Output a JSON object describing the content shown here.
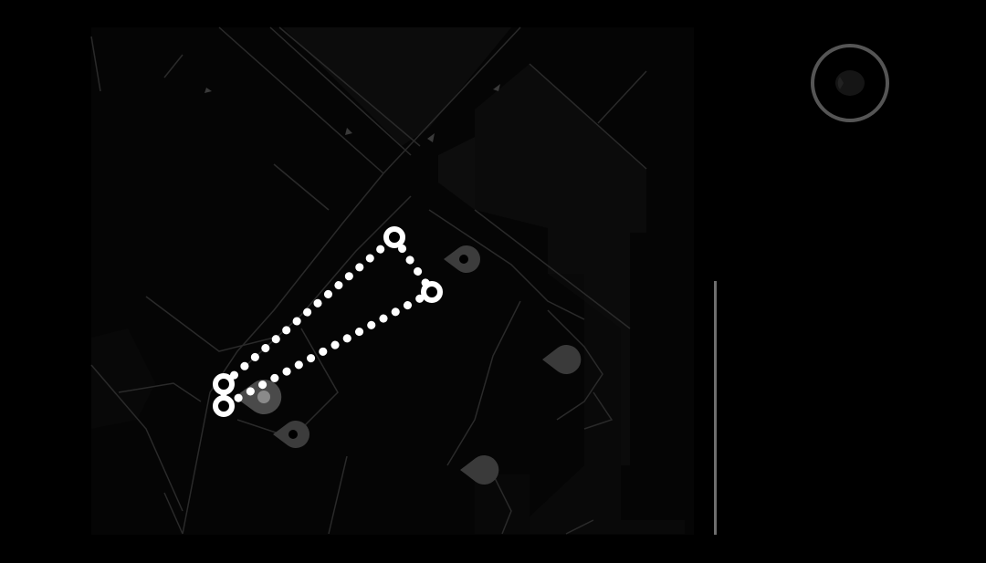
{
  "app": {
    "view": "map"
  },
  "colors": {
    "background": "#000000",
    "map_fill": "#080808",
    "map_block": "#0d0d0d",
    "road_line": "#2a2a2a",
    "road_line_bright": "#3a3a3a",
    "route_line": "#ffffff",
    "waypoint": "#ffffff",
    "poi_marker": "#3c3c3c",
    "poi_marker_active": "#6a6a6a",
    "compass_ring": "#555555",
    "scale_bar": "#6e6e6e"
  },
  "route": {
    "style": "dotted",
    "waypoint_count": 4,
    "closed": true
  },
  "poi_markers": [
    {
      "icon": "pin-icon",
      "style": "ring"
    },
    {
      "icon": "pin-icon",
      "style": "active"
    },
    {
      "icon": "pin-icon",
      "style": "ring"
    },
    {
      "icon": "pin-icon",
      "style": "solid"
    },
    {
      "icon": "pin-icon",
      "style": "solid"
    }
  ],
  "controls": {
    "compass": {
      "icon": "compass-icon"
    },
    "scale_bar": {
      "icon": "scale-bar"
    }
  }
}
